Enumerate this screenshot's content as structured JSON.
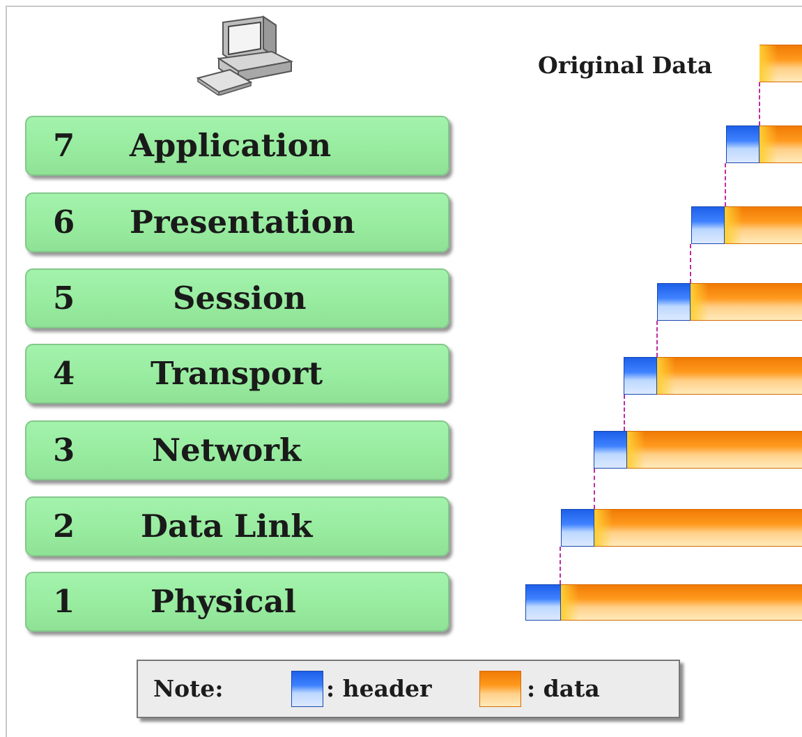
{
  "original_data_label": "Original Data",
  "layers": [
    {
      "number": "7",
      "name": "Application"
    },
    {
      "number": "6",
      "name": "Presentation"
    },
    {
      "number": "5",
      "name": "Session"
    },
    {
      "number": "4",
      "name": "Transport"
    },
    {
      "number": "3",
      "name": "Network"
    },
    {
      "number": "2",
      "name": "Data Link"
    },
    {
      "number": "1",
      "name": "Physical"
    }
  ],
  "legend": {
    "note_label": "Note:",
    "header_label": ": header",
    "data_label": ": data"
  },
  "colors": {
    "layer_box": "#98ec9f",
    "header": "#1d5fe8",
    "data": "#ff9a1e",
    "connector": "#c02aa0"
  },
  "icon": "computer-icon"
}
